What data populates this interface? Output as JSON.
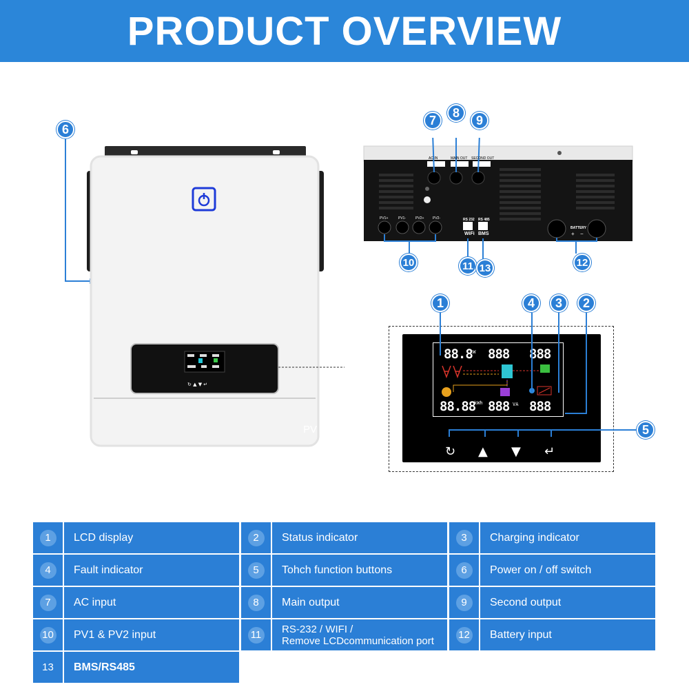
{
  "banner": {
    "title": "PRODUCT OVERVIEW"
  },
  "callouts": [
    "6",
    "7",
    "8",
    "9",
    "10",
    "11",
    "13",
    "12",
    "1",
    "4",
    "3",
    "2",
    "5"
  ],
  "rear_panel": {
    "ac_in": "AC IN",
    "main_out": "MAIN OUT",
    "second_out": "SECOND OUT",
    "pv_labels": [
      "PV1+",
      "PV1-",
      "PV2+",
      "PV2-"
    ],
    "rs232": "RS 232",
    "wifi": "WiFi",
    "rs485": "RS 485",
    "bms": "BMS",
    "battery": "BATTERY",
    "plus": "+",
    "minus": "−"
  },
  "lcd": {
    "digits_top_left": "88.8",
    "digits_top_mid": "888",
    "digits_top_right": "888",
    "digits_bot_left": "88.88",
    "digits_bot_mid": "888",
    "digits_bot_right": "888",
    "unit_kw": "kW",
    "unit_kwh": "kWh",
    "unit_va": "VA",
    "watermark": "PV",
    "buttons": [
      "↻",
      "▲",
      "▼",
      "↵"
    ]
  },
  "table": [
    [
      {
        "n": "1",
        "t": "LCD display"
      },
      {
        "n": "2",
        "t": "Status indicator"
      },
      {
        "n": "3",
        "t": "Charging indicator"
      }
    ],
    [
      {
        "n": "4",
        "t": "Fault indicator"
      },
      {
        "n": "5",
        "t": "Tohch function buttons"
      },
      {
        "n": "6",
        "t": "Power on / off switch"
      }
    ],
    [
      {
        "n": "7",
        "t": "AC input"
      },
      {
        "n": "8",
        "t": "Main output"
      },
      {
        "n": "9",
        "t": "Second output"
      }
    ],
    [
      {
        "n": "10",
        "t": "PV1 & PV2 input"
      },
      {
        "n": "11",
        "t": "RS-232 / WIFI /",
        "t2": "Remove LCDcommunication port"
      },
      {
        "n": "12",
        "t": "Battery input"
      }
    ],
    [
      {
        "n": "13",
        "t": "BMS/RS485"
      }
    ]
  ],
  "colors": {
    "accent": "#2b86d9",
    "badge": "#2b7fd6",
    "lcd_bg": "#000000"
  }
}
